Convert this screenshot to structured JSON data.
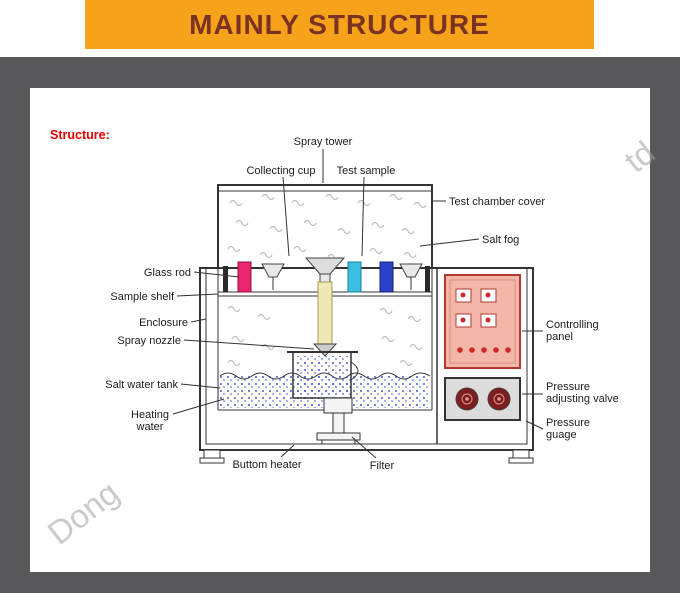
{
  "banner": {
    "title": "MAINLY STRUCTURE"
  },
  "diagram": {
    "heading": "Structure:",
    "labels": {
      "spray_tower": "Spray tower",
      "collecting_cup": "Collecting cup",
      "test_sample": "Test sample",
      "test_chamber_cover": "Test chamber cover",
      "salt_fog": "Salt fog",
      "glass_rod": "Glass rod",
      "sample_shelf": "Sample shelf",
      "enclosure": "Enclosure",
      "spray_nozzle": "Spray nozzle",
      "salt_water_tank": "Salt water tank",
      "heating_water": [
        "Heating",
        "water"
      ],
      "buttom_heater": "Buttom heater",
      "filter": "Filter",
      "controlling_panel": [
        "Controlling",
        "panel"
      ],
      "pressure_adjusting_valve": [
        "Pressure",
        "adjusting valve"
      ],
      "pressure_guage": [
        "Pressure",
        "guage"
      ]
    },
    "watermark_fragments": [
      "Dong",
      "td"
    ]
  },
  "colors": {
    "banner_background": "#F6A21B",
    "banner_text": "#7B3222",
    "page_background": "#58585A",
    "heading_red": "#E60000",
    "glass_rod": "#E8256E",
    "test_sample_cyan": "#3BBFDF",
    "test_sample_blue": "#2A41C8",
    "spray_tower_tube": "#EFE9B5",
    "control_panel": "#F3B7AA",
    "control_panel_border": "#B03A2E",
    "knob_red": "#7E1D1D",
    "salt_water": "#4A5FD0"
  }
}
